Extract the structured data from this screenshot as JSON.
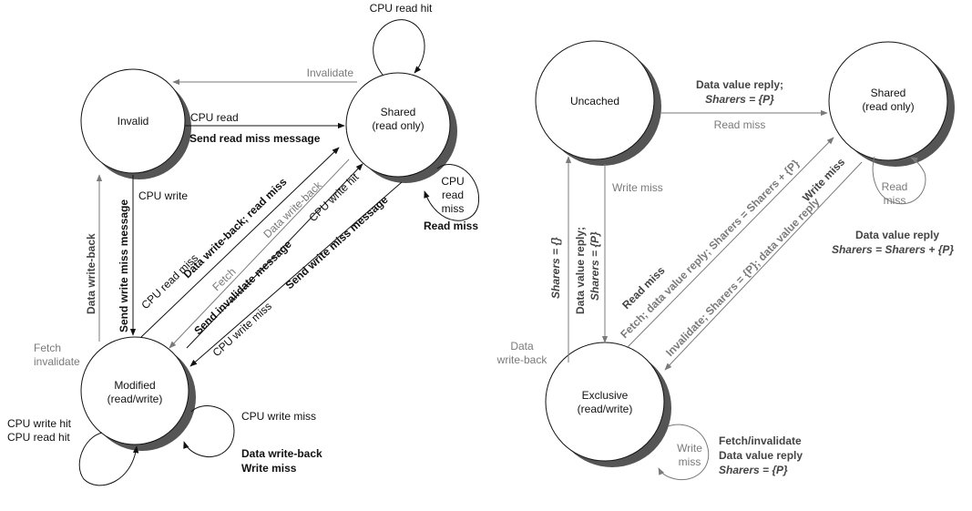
{
  "left": {
    "states": {
      "invalid": "Invalid",
      "shared": [
        "Shared",
        "(read only)"
      ],
      "modified": [
        "Modified",
        "(read/write)"
      ]
    },
    "labels": {
      "cpu_read_hit": "CPU read hit",
      "invalidate": "Invalidate",
      "cpu_read": "CPU read",
      "send_read_miss": "Send read miss message",
      "shared_self": [
        "CPU",
        "read",
        "miss"
      ],
      "read_miss": "Read miss",
      "cpu_write": "CPU write",
      "send_write_miss_v": "Send write miss message",
      "data_write_back_v": "Data write-back",
      "fetch_invalidate": [
        "Fetch",
        "invalidate"
      ],
      "cpu_read_miss_diag": "CPU read miss",
      "dwb_read_miss": "Data write-back; read miss",
      "fetch": "Fetch",
      "data_write_back_diag": "Data write-back",
      "send_invalidate": "Send invalidate message",
      "cpu_write_hit": "CPU write hit",
      "cpu_write_miss_diag": "CPU write miss",
      "send_write_miss_diag": "Send write miss message",
      "mod_self_left": [
        "CPU write hit",
        "CPU read hit"
      ],
      "cpu_write_miss": "CPU write miss",
      "dwb_write_miss": [
        "Data write-back",
        "Write miss"
      ]
    }
  },
  "right": {
    "states": {
      "uncached": "Uncached",
      "shared": [
        "Shared",
        "(read only)"
      ],
      "exclusive": [
        "Exclusive",
        "(read/write)"
      ]
    },
    "labels": {
      "data_value_reply": "Data value reply;",
      "sharers_p": "Sharers = {P}",
      "read_miss": "Read miss",
      "write_miss": "Write miss",
      "shared_self": [
        "Read",
        "miss"
      ],
      "dvr_sharers": [
        "Data value reply",
        "Sharers = Sharers + {P}"
      ],
      "sharers_empty": "Sharers = {}",
      "dvr_v": [
        "Data value reply;",
        "Sharers = {P}"
      ],
      "data_write_back": [
        "Data",
        "write-back"
      ],
      "read_miss_diag": "Read miss",
      "fetch_dvr_diag": "Fetch; data value reply; Sharers = Sharers + {P}",
      "write_miss_diag": "Write miss",
      "invalidate_diag": "Invalidate; Sharers = {P}; data value reply",
      "excl_self": [
        "Write",
        "miss"
      ],
      "fetch_inv_block": [
        "Fetch/invalidate",
        "Data value reply",
        "Sharers = {P}"
      ]
    }
  },
  "colors": {
    "black": "#111111",
    "gray": "#7a7a7a",
    "shadow": "#555555"
  }
}
